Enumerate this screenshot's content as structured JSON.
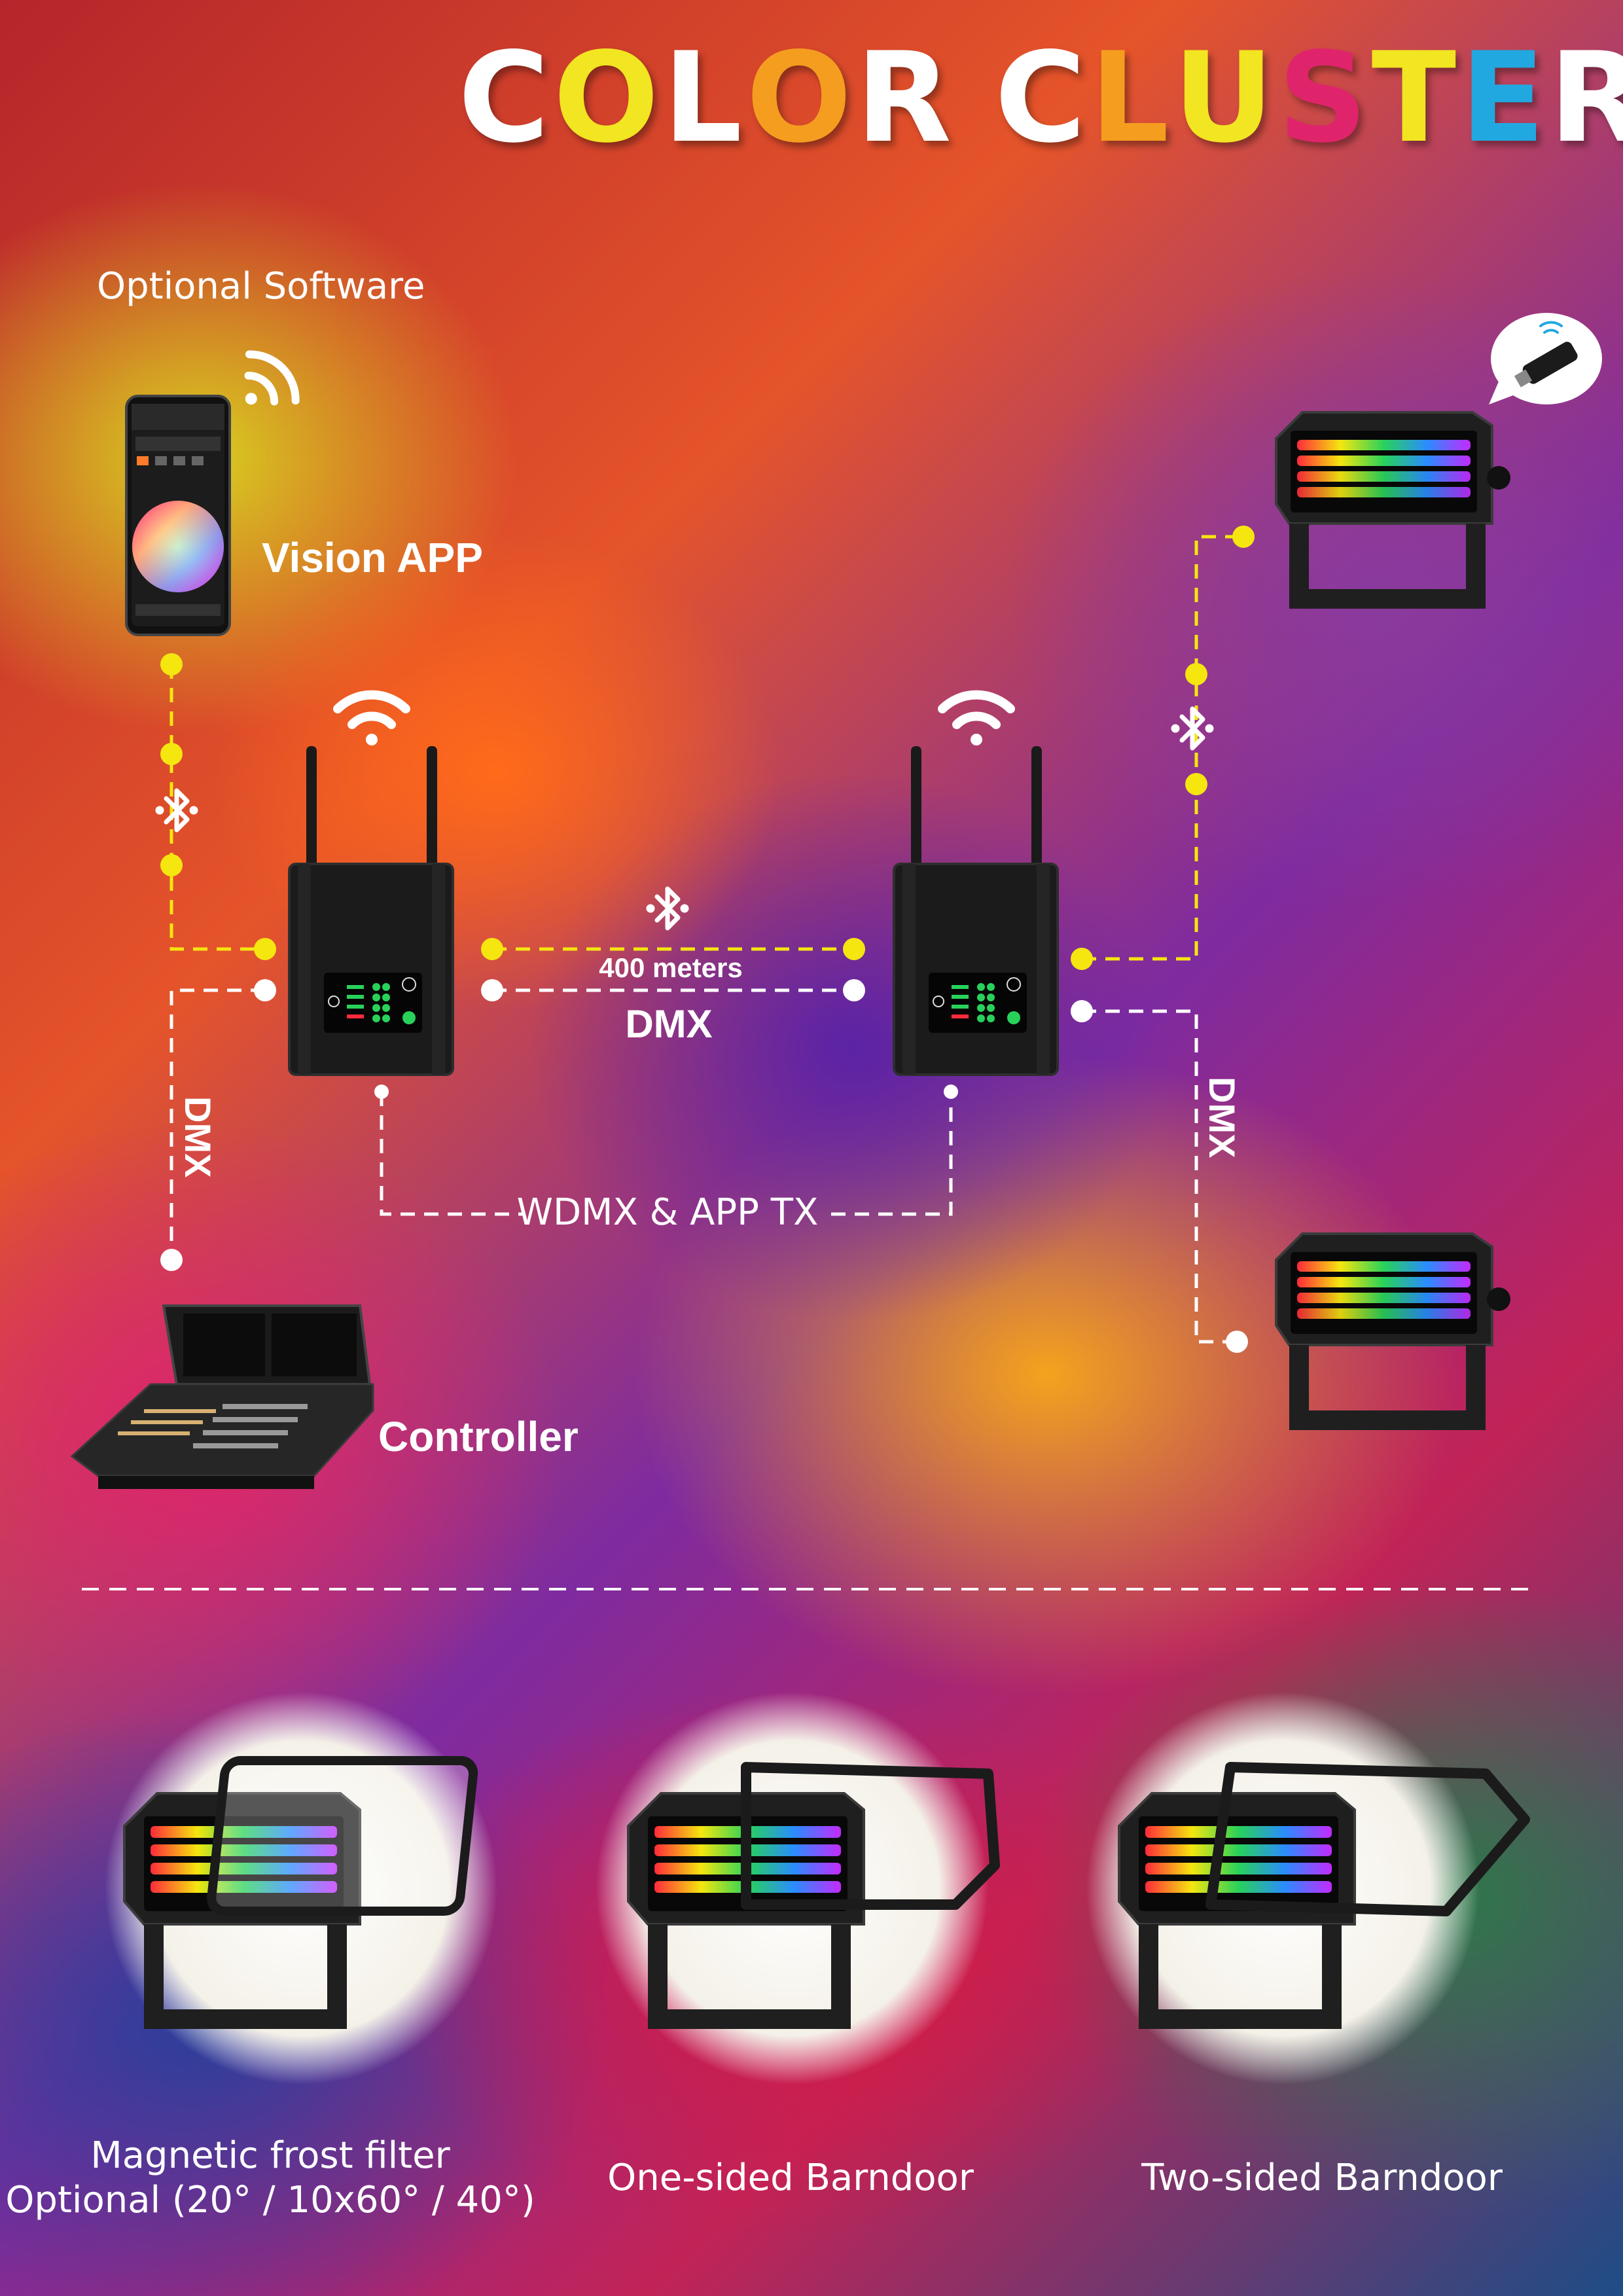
{
  "title": {
    "letters": [
      {
        "ch": "C",
        "color": "#ffffff"
      },
      {
        "ch": "O",
        "color": "#f2e521"
      },
      {
        "ch": "L",
        "color": "#ffffff"
      },
      {
        "ch": "O",
        "color": "#f59d1f"
      },
      {
        "ch": "R",
        "color": "#ffffff"
      },
      {
        "ch": " ",
        "color": "#ffffff"
      },
      {
        "ch": "C",
        "color": "#ffffff"
      },
      {
        "ch": "L",
        "color": "#f59d1f"
      },
      {
        "ch": "U",
        "color": "#f2e521"
      },
      {
        "ch": "S",
        "color": "#e0246c"
      },
      {
        "ch": "T",
        "color": "#f2e521"
      },
      {
        "ch": "E",
        "color": "#22a8e0"
      },
      {
        "ch": "R",
        "color": "#ffffff"
      }
    ]
  },
  "labels": {
    "optional_software": "Optional Software",
    "vision_app": "Vision APP",
    "distance": "400 meters",
    "dmx_center": "DMX",
    "dmx_left": "DMX",
    "dmx_right": "DMX",
    "wdmx_tx": "WDMX & APP TX",
    "controller": "Controller"
  },
  "accessories": [
    {
      "line1": "Magnetic frost filter",
      "line2": "Optional (20° / 10x60° / 40°)"
    },
    {
      "line1": "One-sided Barndoor",
      "line2": ""
    },
    {
      "line1": "Two-sided Barndoor",
      "line2": ""
    }
  ],
  "colors": {
    "wireless_line": "#f5e60f",
    "dmx_line": "#ffffff",
    "device_body": "#1b1b1b"
  }
}
